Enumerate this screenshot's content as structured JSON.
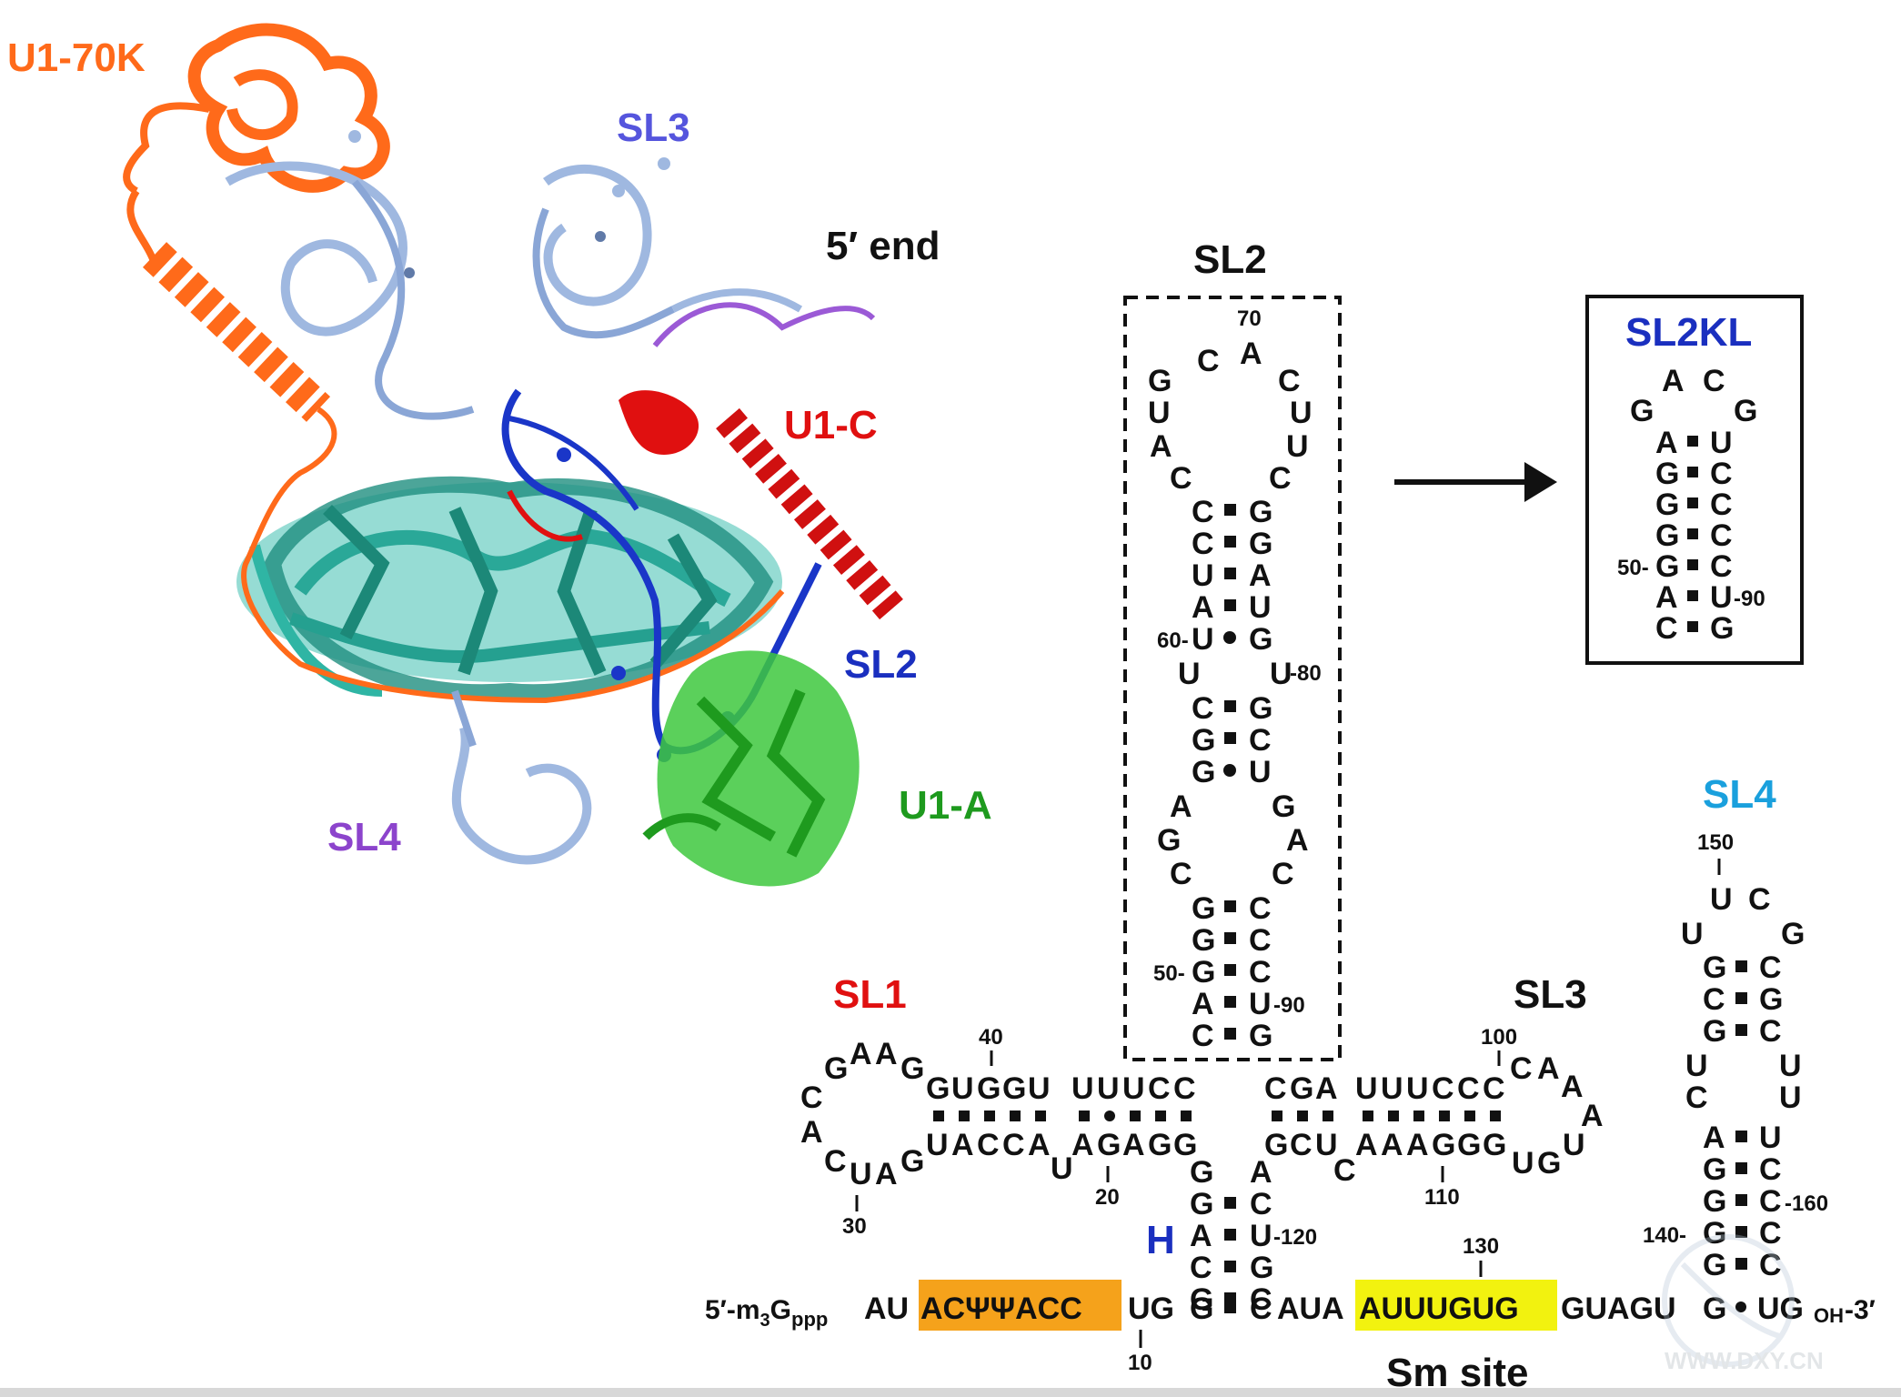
{
  "colors": {
    "u1_70k": "#ff6a1a",
    "u1_c": "#e01010",
    "u1_a": "#1e9a1e",
    "sl2_blue": "#1a2fbf",
    "sl3_blue": "#5555dd",
    "sl4_purple": "#8c44cc",
    "sl1_red": "#e01010",
    "sl4_cyan": "#1aa0dd",
    "h_blue": "#1a2fbf",
    "orange_box": "#f5a21b",
    "yellow_box": "#f2f20f",
    "black": "#111111",
    "teal": "#30b8a8",
    "rna_light": "#9fb8e0",
    "rna_dark": "#1a36c8"
  },
  "structure_labels": {
    "u1_70k": "U1-70K",
    "sl3": "SL3",
    "five_end": "5′ end",
    "u1_c": "U1-C",
    "sl2": "SL2",
    "u1_a": "U1-A",
    "sl4": "SL4"
  },
  "diagram_labels": {
    "sl1": "SL1",
    "sl2": "SL2",
    "sl2kl": "SL2KL",
    "sl3": "SL3",
    "sl4": "SL4",
    "h": "H",
    "sm_site": "Sm site"
  },
  "watermark": "WWW.DXY.CN",
  "nucleotides": {
    "sl2": {
      "loop": [
        "G",
        "C",
        "A",
        "C",
        "U",
        "U",
        "C",
        "U",
        "A",
        "C"
      ],
      "stem1_left": [
        "C",
        "C",
        "U",
        "A",
        "U"
      ],
      "stem1_right": [
        "G",
        "G",
        "A",
        "U",
        "G"
      ],
      "bulge_left": "U",
      "bulge_right": "U",
      "stem2_left": [
        "C",
        "G",
        "G"
      ],
      "stem2_right": [
        "G",
        "C",
        "U"
      ],
      "loop2_left": [
        "A",
        "G",
        "C"
      ],
      "loop2_right": [
        "G",
        "A",
        "C"
      ],
      "stem3_left": [
        "G",
        "G",
        "G",
        "A",
        "C"
      ],
      "stem3_right": [
        "C",
        "C",
        "C",
        "U",
        "G"
      ],
      "num_70": "70",
      "num_60": "60-",
      "num_80": "-80",
      "num_50": "50-",
      "num_90": "-90"
    },
    "sl2kl": {
      "loop": [
        "A",
        "C",
        "G",
        "G"
      ],
      "left": [
        "A",
        "G",
        "G",
        "G",
        "G",
        "A",
        "C"
      ],
      "right": [
        "U",
        "C",
        "C",
        "C",
        "C",
        "U",
        "G"
      ],
      "num_50": "50-",
      "num_90": "-90"
    },
    "sl4": {
      "loop": [
        "U",
        "C",
        "U",
        "G"
      ],
      "stem1_left": [
        "G",
        "C",
        "G"
      ],
      "stem1_right": [
        "C",
        "G",
        "C"
      ],
      "int_left": [
        "U",
        "C"
      ],
      "int_right": [
        "U",
        "U"
      ],
      "stem2_left": [
        "A",
        "G",
        "G",
        "G",
        "G"
      ],
      "stem2_right": [
        "U",
        "C",
        "C",
        "C",
        "C"
      ],
      "num_150": "150",
      "num_160": "-160",
      "num_140": "140-"
    },
    "sl1": {
      "loop": [
        "G",
        "A",
        "A",
        "G",
        "C",
        "A",
        "C",
        "U",
        "A",
        "G"
      ],
      "top": [
        "G",
        "U",
        "G",
        "G",
        "U",
        "U",
        "U",
        "U",
        "C",
        "C"
      ],
      "bottom": [
        "U",
        "A",
        "C",
        "C",
        "A",
        "A",
        "G",
        "A",
        "G",
        "G"
      ],
      "bulge": "U",
      "num_40": "40",
      "num_30": "30",
      "num_20": "20"
    },
    "sl3": {
      "top": [
        "C",
        "G",
        "A",
        "U",
        "U",
        "U",
        "C",
        "C",
        "C"
      ],
      "bottom": [
        "G",
        "C",
        "U",
        "A",
        "A",
        "A",
        "G",
        "G",
        "G"
      ],
      "bulge": "C",
      "loop": [
        "C",
        "A",
        "A",
        "A",
        "U",
        "G",
        "U"
      ],
      "num_100": "100",
      "num_110": "110"
    },
    "helix_h": {
      "left": [
        "G",
        "G",
        "A",
        "C",
        "G"
      ],
      "right": [
        "A",
        "C",
        "U",
        "G",
        "C"
      ],
      "num_120": "-120"
    },
    "strand": {
      "prefix_5": "5′-m",
      "sub_3": "3",
      "g": "G",
      "ppp": "ppp",
      "au": "AU",
      "orange_seq": "ACΨΨACC",
      "ug": "UG",
      "mid": "AUA",
      "yellow_seq": "AUUUGUG",
      "after": "GUAGU",
      "g_end": "G",
      "u_end": "UG",
      "oh": "OH",
      "three": "-3′",
      "num_10": "10",
      "num_130": "130"
    }
  }
}
